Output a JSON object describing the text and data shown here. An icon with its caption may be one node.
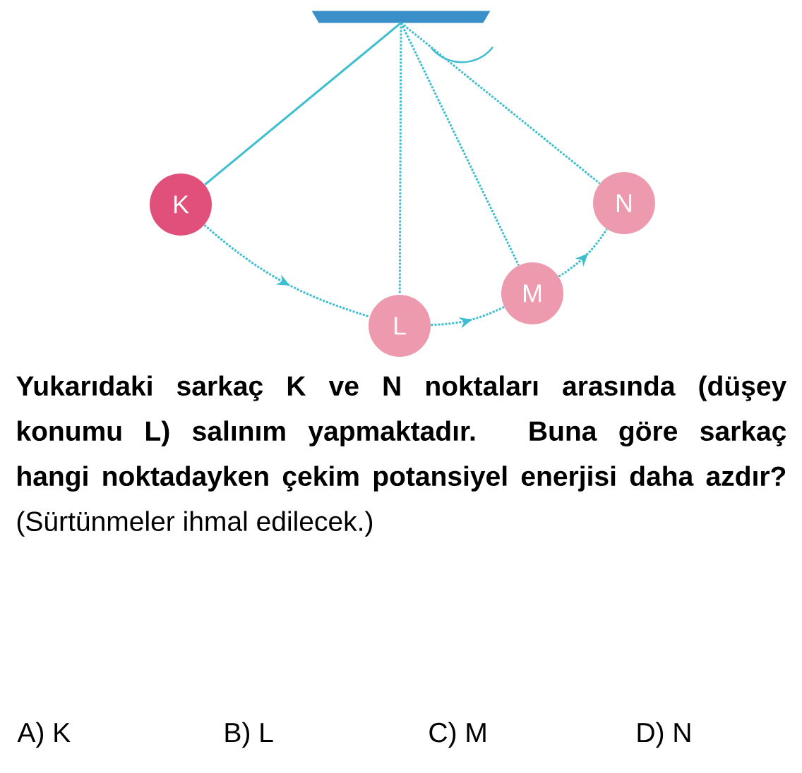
{
  "diagram": {
    "nodes": [
      {
        "text": [],
        "shape": "bar"
      },
      {
        "text": [
          "K"
        ]
      },
      {
        "text": [
          "L"
        ]
      },
      {
        "text": [
          "M"
        ]
      },
      {
        "text": [
          "N"
        ]
      }
    ],
    "edges": [
      {
        "from": 0,
        "to": 1,
        "arrow": "none"
      },
      {
        "from": 0,
        "to": 2,
        "arrow": "none",
        "style": "dashed"
      },
      {
        "from": 0,
        "to": 3,
        "arrow": "none",
        "style": "dashed"
      },
      {
        "from": 0,
        "to": 4,
        "arrow": "none",
        "style": "dashed"
      },
      {
        "from": 1,
        "to": 2,
        "arrow": "to",
        "style": "dashed"
      },
      {
        "from": 2,
        "to": 3,
        "arrow": "to",
        "style": "dashed"
      },
      {
        "from": 3,
        "to": 4,
        "arrow": "to",
        "style": "dashed"
      }
    ],
    "labels": [
      "**Yukarıdaki sarkaç K ve N noktaları arasında (düşey konumu L) salınım yapmaktadır. Buna göre sarkaç hangi noktadayken çekim potansiyel enerjisi daha azdır?** (Sürtünmeler ihmal edilecek.)",
      "A) K",
      "B) L",
      "C) M",
      "D) N"
    ]
  }
}
